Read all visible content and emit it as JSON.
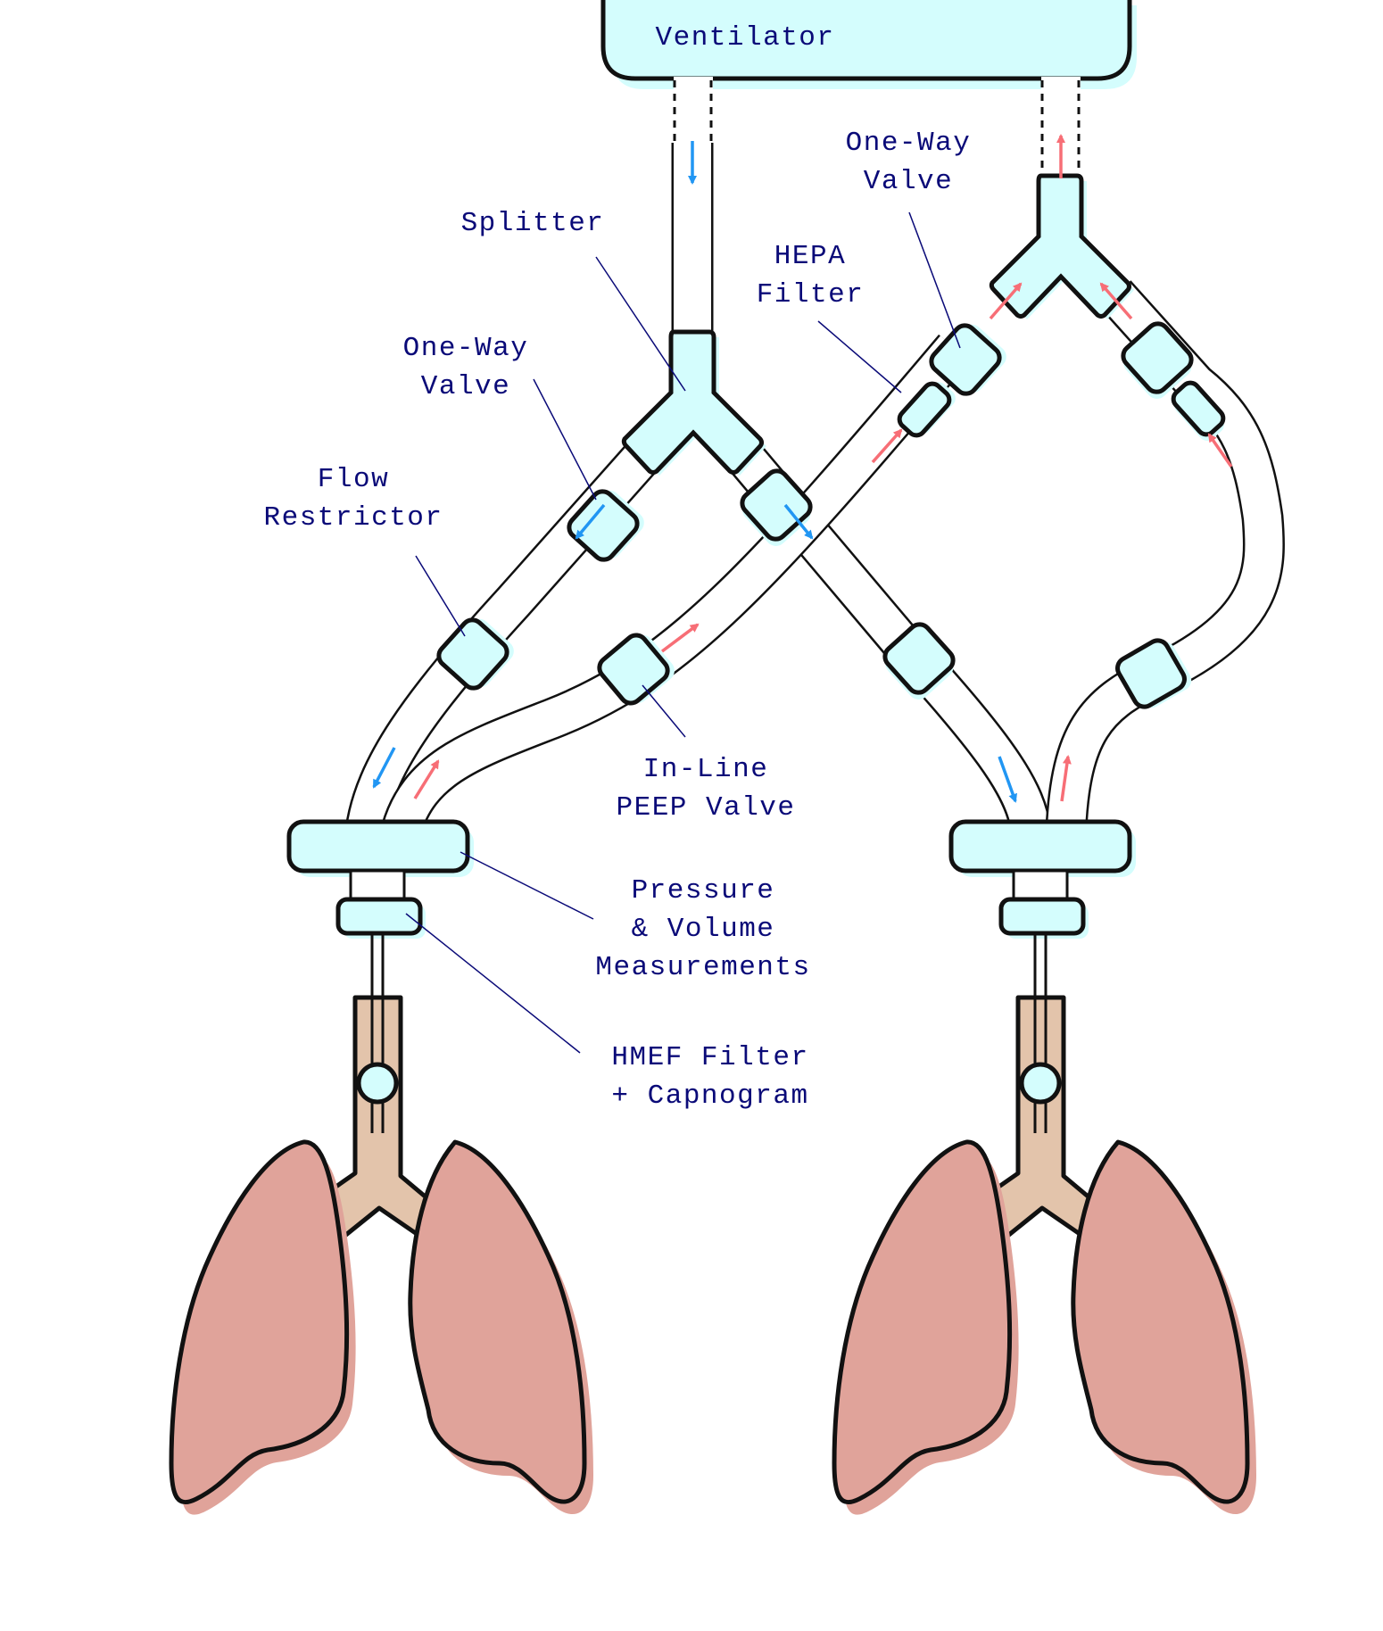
{
  "labels": {
    "ventilator": "Ventilator",
    "splitter": "Splitter",
    "one_way_valve_left_l1": "One-Way",
    "one_way_valve_left_l2": "Valve",
    "flow_restrictor_l1": "Flow",
    "flow_restrictor_l2": "Restrictor",
    "hepa_l1": "HEPA",
    "hepa_l2": "Filter",
    "one_way_valve_right_l1": "One-Way",
    "one_way_valve_right_l2": "Valve",
    "peep_l1": "In-Line",
    "peep_l2": "PEEP Valve",
    "pv_l1": "Pressure",
    "pv_l2": "& Volume",
    "pv_l3": "Measurements",
    "hmef_l1": "HMEF Filter",
    "hmef_l2": "+ Capnogram"
  },
  "colors": {
    "component_fill": "#d4fdfd",
    "label_text": "#0a0a78",
    "inspiratory_arrow": "#2196f3",
    "expiratory_arrow": "#f76e76",
    "lung_fill": "#e0a39a",
    "trachea_fill": "#e3c4ab"
  }
}
